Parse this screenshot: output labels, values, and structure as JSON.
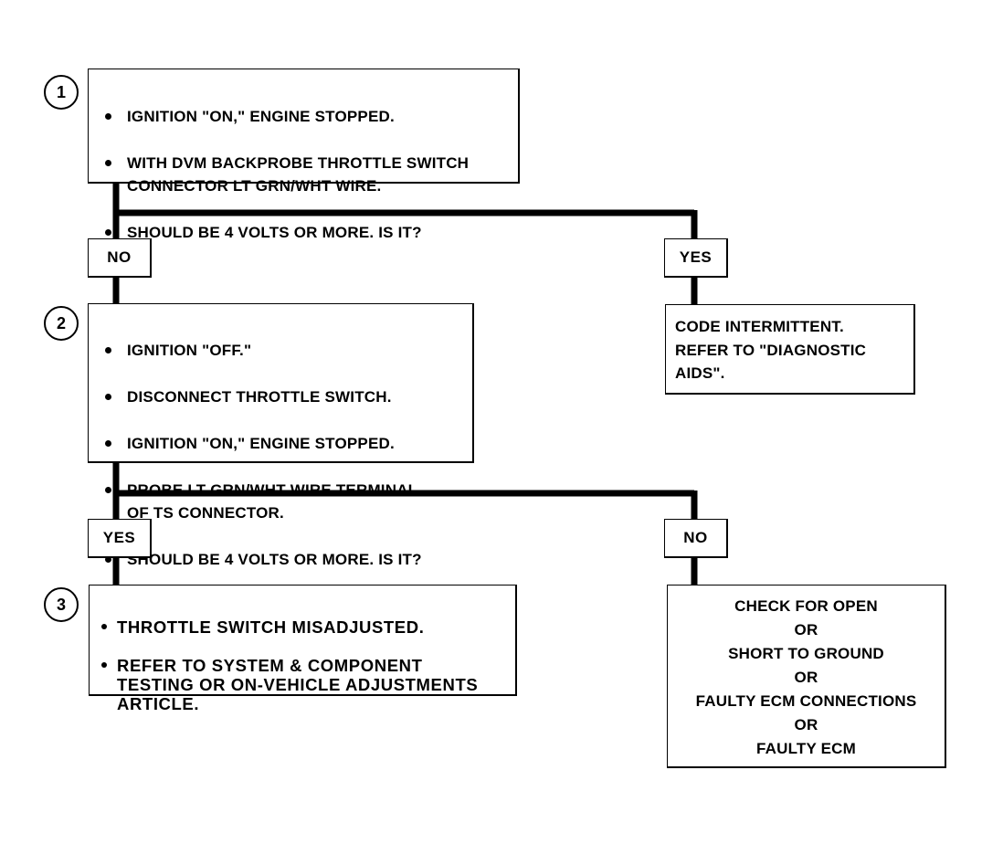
{
  "diagram": {
    "step1": {
      "number": "1",
      "bullets": [
        "IGNITION \"ON,\" ENGINE STOPPED.",
        "WITH DVM BACKPROBE THROTTLE SWITCH\nCONNECTOR LT GRN/WHT WIRE.",
        "SHOULD BE 4 VOLTS OR MORE.  IS IT?"
      ]
    },
    "step1_no_label": "NO",
    "step1_yes_label": "YES",
    "step1_yes_result": "CODE INTERMITTENT.\nREFER TO \"DIAGNOSTIC\nAIDS\".",
    "step2": {
      "number": "2",
      "bullets": [
        "IGNITION \"OFF.\"",
        "DISCONNECT THROTTLE SWITCH.",
        "IGNITION \"ON,\" ENGINE STOPPED.",
        "PROBE LT GRN/WHT WIRE TERMINAL\nOF TS CONNECTOR.",
        "SHOULD BE 4 VOLTS OR MORE.  IS IT?"
      ]
    },
    "step2_yes_label": "YES",
    "step2_no_label": "NO",
    "step3": {
      "number": "3",
      "bullets": [
        "THROTTLE SWITCH MISADJUSTED.",
        "REFER TO SYSTEM & COMPONENT\nTESTING OR ON-VEHICLE ADJUSTMENTS\nARTICLE."
      ]
    },
    "step2_no_result": [
      "CHECK FOR OPEN",
      "OR",
      "SHORT TO GROUND",
      "OR",
      "FAULTY ECM CONNECTIONS",
      "OR",
      "FAULTY ECM"
    ]
  }
}
